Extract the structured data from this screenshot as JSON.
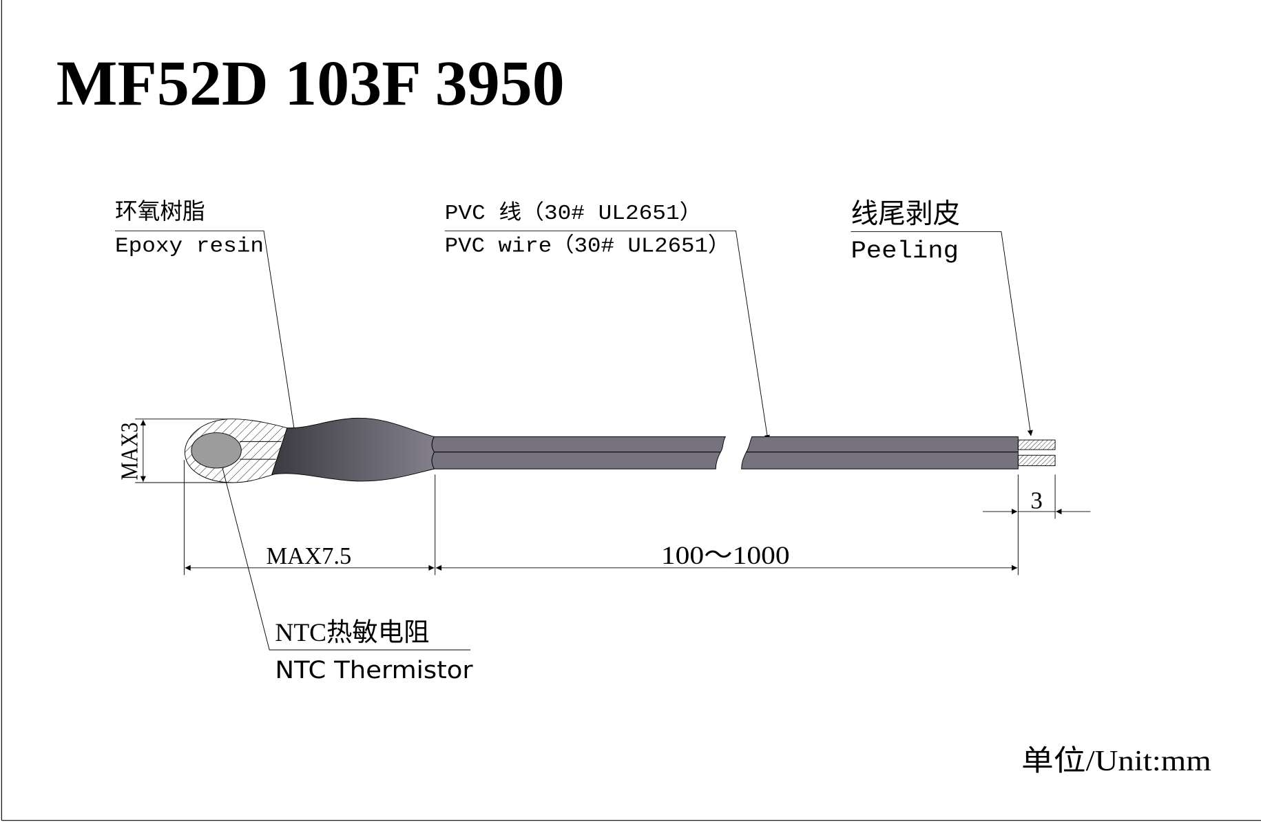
{
  "title": "MF52D 103F 3950",
  "labels": {
    "epoxy_cn": "环氧树脂",
    "epoxy_en": "Epoxy resin",
    "pvc_cn": "PVC 线（30# UL2651）",
    "pvc_en": "PVC wire（30# UL2651）",
    "peeling_cn": "线尾剥皮",
    "peeling_en": "Peeling",
    "ntc_cn": "NTC热敏电阻",
    "ntc_en": "NTC Thermistor"
  },
  "dimensions": {
    "head_diameter": "MAX3",
    "head_length": "MAX7.5",
    "wire_length": "100～1000",
    "strip_length": "3"
  },
  "unit": "单位/Unit:mm",
  "colors": {
    "wire": "#76737f",
    "body_dark": "#3b3a40",
    "body_light": "#83808c",
    "thermistor": "#9c9c9c"
  }
}
